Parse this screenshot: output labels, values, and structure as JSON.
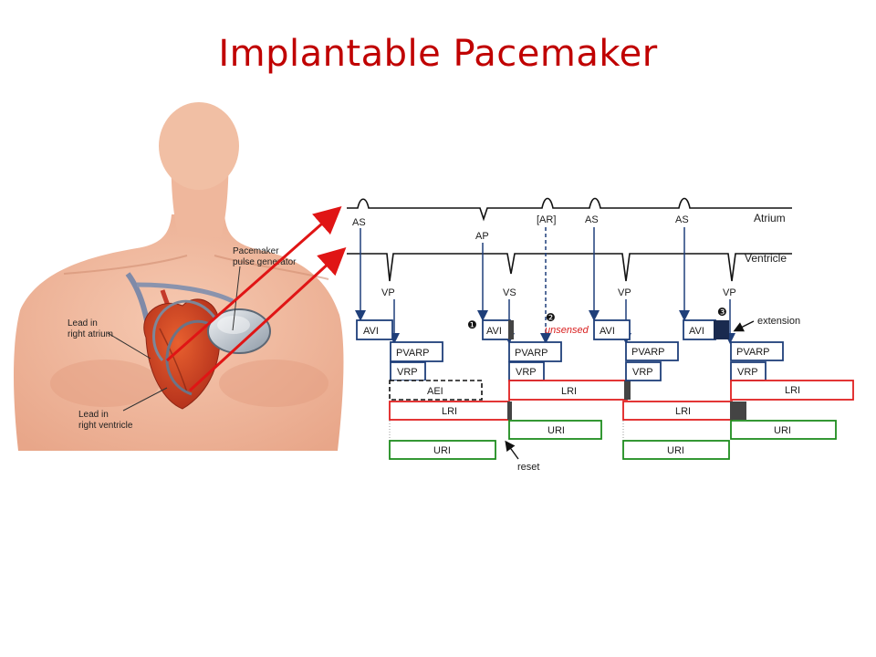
{
  "title": "Implantable Pacemaker",
  "anatomy": {
    "generator_label_1": "Pacemaker",
    "generator_label_2": "pulse generator",
    "atrium_lead_1": "Lead in",
    "atrium_lead_2": "right atrium",
    "ventricle_lead_1": "Lead in",
    "ventricle_lead_2": "right ventricle"
  },
  "timing": {
    "atrium_channel": "Atrium",
    "ventricle_channel": "Ventricle",
    "events": {
      "as1": "AS",
      "ap": "AP",
      "ar": "[AR]",
      "as2": "AS",
      "as3": "AS",
      "vp1": "VP",
      "vs": "VS",
      "vp2": "VP",
      "vp3": "VP"
    },
    "markers": {
      "m1": "❶",
      "m2": "❷",
      "m3": "❸"
    },
    "boxes": {
      "avi": "AVI",
      "pvarp": "PVARP",
      "vrp": "VRP",
      "aei": "AEI",
      "lri": "LRI",
      "uri": "URI"
    },
    "notes": {
      "unsensed": "unsensed",
      "extension": "extension",
      "reset": "reset"
    }
  },
  "colors": {
    "title": "#c00000",
    "blue_box": "#1f3f7a",
    "red_box": "#e02020",
    "green_box": "#1e8c1e",
    "arrow": "#e01515",
    "signal": "#111111"
  }
}
